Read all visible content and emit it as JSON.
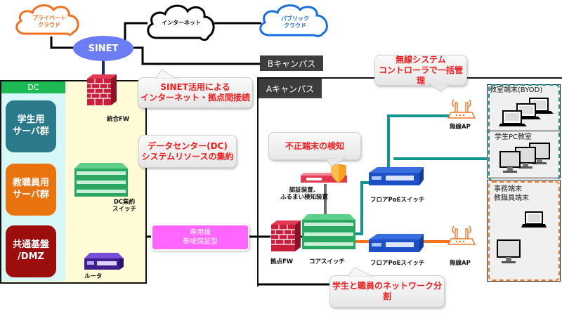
{
  "clouds": {
    "private": {
      "line1": "プライベート",
      "line2": "クラウド",
      "color": "#f07020"
    },
    "internet": {
      "label": "インターネット",
      "color": "#000000"
    },
    "public": {
      "line1": "パブリック",
      "line2": "クラウド",
      "color": "#1a6fe0"
    }
  },
  "sinet": {
    "label": "SINET",
    "color": "#6b7cf4"
  },
  "campuses": {
    "b": {
      "label": "Bキャンパス"
    },
    "a": {
      "label": "Aキャンパス"
    }
  },
  "dc": {
    "title": "DC",
    "title_color": "#1db954",
    "servers": [
      {
        "line1": "学生用",
        "line2": "サーバ群",
        "color": "#2a7a8c"
      },
      {
        "line1": "教職員用",
        "line2": "サーバ群",
        "color": "#e8730f"
      },
      {
        "line1": "共通基盤",
        "line2": "/DMZ",
        "color": "#9c0e0e"
      }
    ],
    "devices": {
      "firewall": "統合FW",
      "switch_line1": "DC集約",
      "switch_line2": "スイッチ",
      "router": "ルータ"
    }
  },
  "leased_line": {
    "line1": "専用線",
    "line2": "帯域保証型",
    "color": "#ff66ff"
  },
  "campus_a_devices": {
    "base_fw": "拠点FW",
    "core_switch": "コアスイッチ",
    "auth_line1": "認証装置、",
    "auth_line2": "ふるまい検知装置",
    "floor_switch_top": "フロアPoEスイッチ",
    "floor_switch_bottom": "フロアPoEスイッチ",
    "ap_top": "無線AP",
    "ap_bottom": "無線AP"
  },
  "zones": {
    "byod": {
      "label": "教室端末(BYOD)"
    },
    "pc_room": {
      "label": "学生PC教室"
    },
    "staff": {
      "line1": "事務端末",
      "line2": "教職員端末"
    }
  },
  "callouts": {
    "sinet_usage": {
      "line1": "SINET活用による",
      "line2": "インターネット・拠点間接続"
    },
    "dc_consolidation": {
      "line1": "データセンター(DC)",
      "line2": "システムリソースの集約"
    },
    "wireless": {
      "line1": "無線システム",
      "line2": "コントローラで一括管理"
    },
    "rogue": {
      "line1": "不正端末の検知"
    },
    "split": {
      "line1": "学生と職員のネットワーク分割"
    }
  },
  "colors": {
    "teal": "#13958f",
    "orange": "#f47320",
    "darkred": "#9c1a2e",
    "gray": "#6b6b6b",
    "navy": "#1f2a66"
  }
}
